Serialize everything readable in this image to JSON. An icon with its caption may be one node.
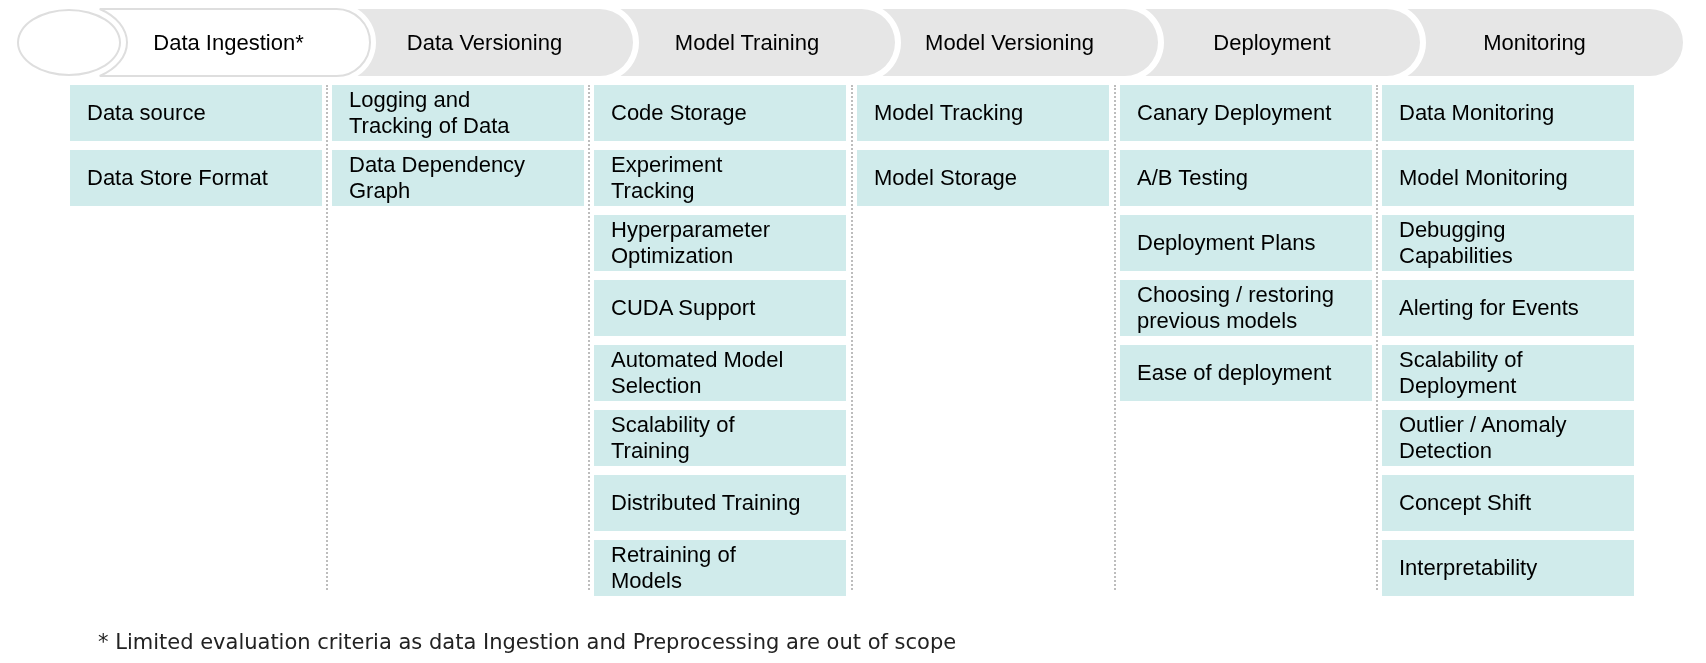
{
  "diagram": {
    "nodes": [
      {
        "text": [],
        "shape": "circle"
      },
      {
        "text": [
          "Data Ingestion*"
        ]
      },
      {
        "text": [
          "Data Versioning"
        ]
      },
      {
        "text": [
          "Model Training"
        ]
      },
      {
        "text": [
          "Model Versioning"
        ]
      },
      {
        "text": [
          "Deployment"
        ]
      },
      {
        "text": [
          "Monitoring"
        ]
      },
      {
        "text": [
          "Data source"
        ]
      },
      {
        "text": [
          "Data Store Format"
        ]
      },
      {
        "text": [
          "Logging and Tracking of Data"
        ]
      },
      {
        "text": [
          "Data Dependency Graph"
        ]
      },
      {
        "text": [
          "Code Storage"
        ]
      },
      {
        "text": [
          "Experiment Tracking"
        ]
      },
      {
        "text": [
          "Hyperparameter Optimization"
        ]
      },
      {
        "text": [
          "CUDA Support"
        ]
      },
      {
        "text": [
          "Automated Model Selection"
        ]
      },
      {
        "text": [
          "Scalability of Training"
        ]
      },
      {
        "text": [
          "Distributed Training"
        ]
      },
      {
        "text": [
          "Retraining of Models"
        ]
      },
      {
        "text": [
          "Model Tracking"
        ]
      },
      {
        "text": [
          "Model Storage"
        ]
      },
      {
        "text": [
          "Canary Deployment"
        ]
      },
      {
        "text": [
          "A/B Testing"
        ]
      },
      {
        "text": [
          "Deployment Plans"
        ]
      },
      {
        "text": [
          "Choosing / restoring previous models"
        ]
      },
      {
        "text": [
          "Ease of deployment"
        ]
      },
      {
        "text": [
          "Data Monitoring"
        ]
      },
      {
        "text": [
          "Model Monitoring"
        ]
      },
      {
        "text": [
          "Debugging Capabilities"
        ]
      },
      {
        "text": [
          "Alerting for Events"
        ]
      },
      {
        "text": [
          "Scalability of Deployment"
        ]
      },
      {
        "text": [
          "Outlier / Anomaly Detection"
        ]
      },
      {
        "text": [
          "Concept Shift"
        ]
      },
      {
        "text": [
          "Interpretability"
        ]
      }
    ],
    "edges": [],
    "labels": [
      "* Limited evaluation criteria as data Ingestion and Preprocessing are out of scope"
    ]
  }
}
